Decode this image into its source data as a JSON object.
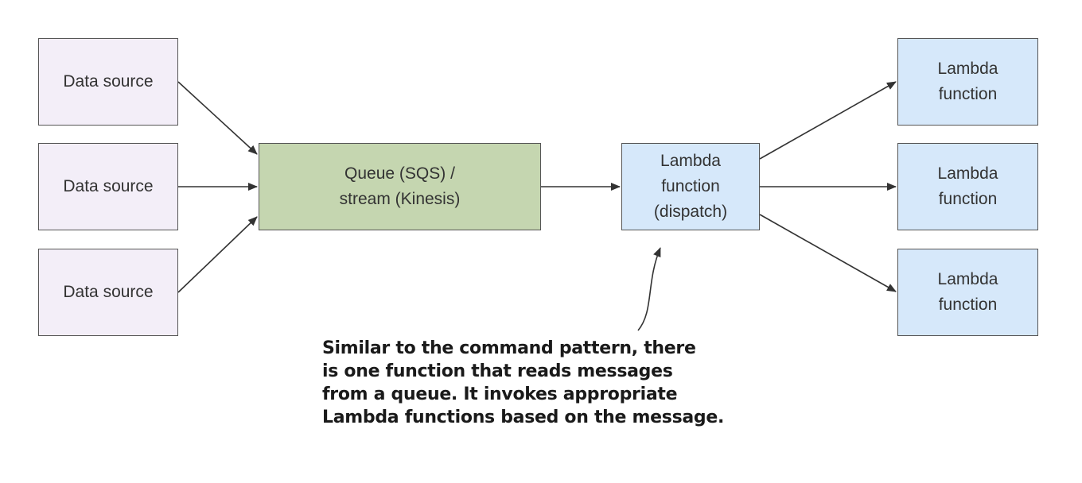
{
  "diagram": {
    "sources": [
      {
        "label": "Data source"
      },
      {
        "label": "Data source"
      },
      {
        "label": "Data source"
      }
    ],
    "queue": {
      "line1": "Queue (SQS) /",
      "line2": "stream (Kinesis)"
    },
    "dispatch": {
      "line1": "Lambda",
      "line2": "function",
      "line3": "(dispatch)"
    },
    "targets": [
      {
        "line1": "Lambda",
        "line2": "function"
      },
      {
        "line1": "Lambda",
        "line2": "function"
      },
      {
        "line1": "Lambda",
        "line2": "function"
      }
    ],
    "annotation": {
      "lines": [
        "Similar to the command pattern, there",
        "is one function that reads messages",
        "from a queue. It invokes appropriate",
        "Lambda functions based on the message."
      ]
    },
    "colors": {
      "source_fill": "#f3eef8",
      "queue_fill": "#c5d6b0",
      "lambda_fill": "#d6e8fa",
      "border": "#555555",
      "arrow": "#333333"
    }
  }
}
